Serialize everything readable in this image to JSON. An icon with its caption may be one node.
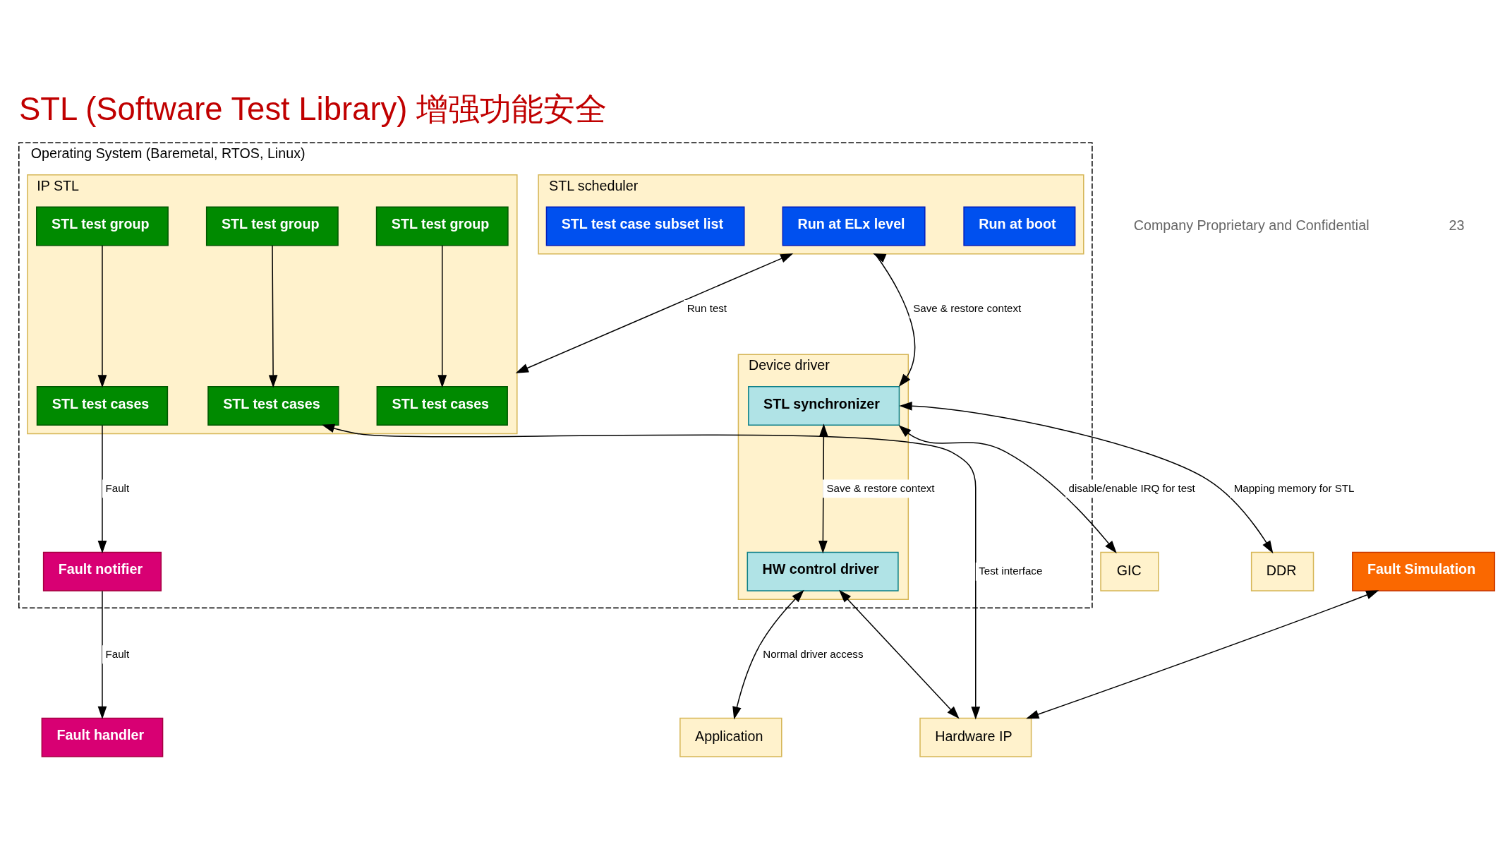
{
  "diagram": {
    "title": "STL (Software Test Library) 增强功能安全",
    "nodes": [
      {
        "text": [
          "Operating System (Baremetal, RTOS, Linux)"
        ]
      },
      {
        "text": [
          "Fault handler"
        ]
      },
      {
        "text": [
          "Fault notifier"
        ],
        "in": 0
      },
      {
        "text": [
          "STL scheduler"
        ],
        "in": 0
      },
      {
        "text": [
          "Run at boot"
        ],
        "in": 3
      },
      {
        "text": [
          "Run at ELx level"
        ],
        "in": 3
      },
      {
        "text": [
          "STL test case subset list"
        ],
        "in": 3
      },
      {
        "text": [
          "IP STL"
        ],
        "in": 0
      },
      {
        "text": [
          "STL test cases"
        ],
        "in": 7
      },
      {
        "text": [
          "STL test group"
        ],
        "in": 7
      },
      {
        "text": [
          "STL test cases"
        ],
        "in": 7
      },
      {
        "text": [
          "STL test group"
        ],
        "in": 7
      },
      {
        "text": [
          "STL test cases"
        ],
        "in": 7
      },
      {
        "text": [
          "STL test group"
        ],
        "in": 7
      },
      {
        "text": [
          "Device driver"
        ],
        "in": 0
      },
      {
        "text": [
          "STL synchronizer"
        ],
        "in": 14
      },
      {
        "text": [
          "HW control driver"
        ],
        "in": 14
      },
      {
        "text": [
          "Application"
        ]
      },
      {
        "text": [
          "Fault Simulation"
        ]
      },
      {
        "text": [
          "Hardware IP"
        ]
      },
      {
        "text": [
          "GIC"
        ]
      },
      {
        "text": [
          "DDR"
        ]
      }
    ],
    "edges": [
      {
        "from": 2,
        "to": 1,
        "arrow": "to",
        "label": "Fault"
      },
      {
        "from": 8,
        "to": 2,
        "arrow": "to",
        "label": "Fault"
      },
      {
        "from": 3,
        "to": 7,
        "arrow": "both",
        "label": "Run test"
      },
      {
        "from": 3,
        "to": 15,
        "arrow": "both",
        "label": "Save & restore context"
      },
      {
        "from": 15,
        "to": 16,
        "arrow": "both",
        "label": "Save & restore context"
      },
      {
        "from": 16,
        "to": 17,
        "arrow": "both",
        "label": "Normal driver access"
      },
      {
        "from": 15,
        "to": 21,
        "arrow": "both",
        "label": "Mapping memory for STL"
      },
      {
        "from": 15,
        "to": 20,
        "arrow": "both",
        "label": "disable/enable IRQ for test"
      },
      {
        "from": 16,
        "to": 19,
        "arrow": "both"
      },
      {
        "from": 9,
        "to": 8,
        "arrow": "to"
      },
      {
        "from": 11,
        "to": 10,
        "arrow": "to"
      },
      {
        "from": 13,
        "to": 12,
        "arrow": "to"
      },
      {
        "from": 12,
        "to": 19,
        "arrow": "both",
        "label": "Test interface"
      },
      {
        "from": 18,
        "to": 19,
        "arrow": "both"
      }
    ],
    "labels": [
      "Company Proprietary and Confidential",
      "23"
    ]
  }
}
